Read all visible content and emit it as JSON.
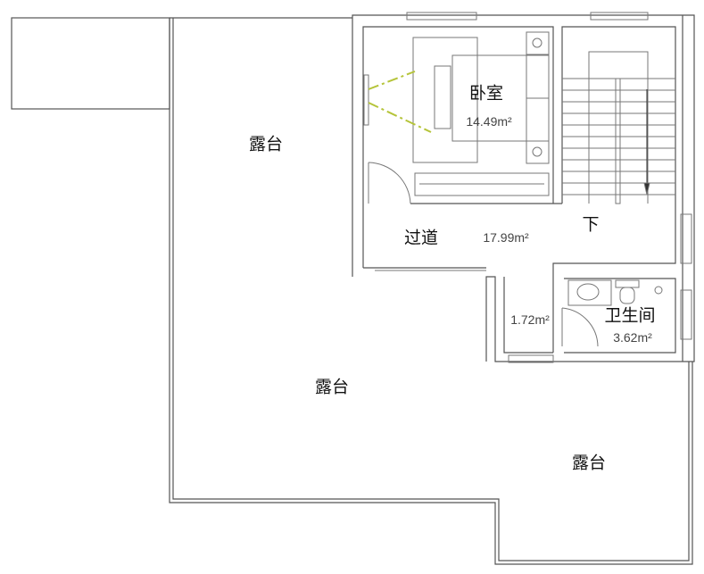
{
  "rooms": {
    "terrace_top_left": "露台",
    "bedroom": "卧室",
    "bedroom_area": "14.49m²",
    "corridor": "过道",
    "corridor_area": "17.99m²",
    "stairs_down": "下",
    "closet_area": "1.72m²",
    "bathroom": "卫生间",
    "bathroom_area": "3.62m²",
    "terrace_center": "露台",
    "terrace_bottom_right": "露台"
  },
  "colors": {
    "wall": "#555555",
    "tv_sightline": "#b5c43a"
  }
}
